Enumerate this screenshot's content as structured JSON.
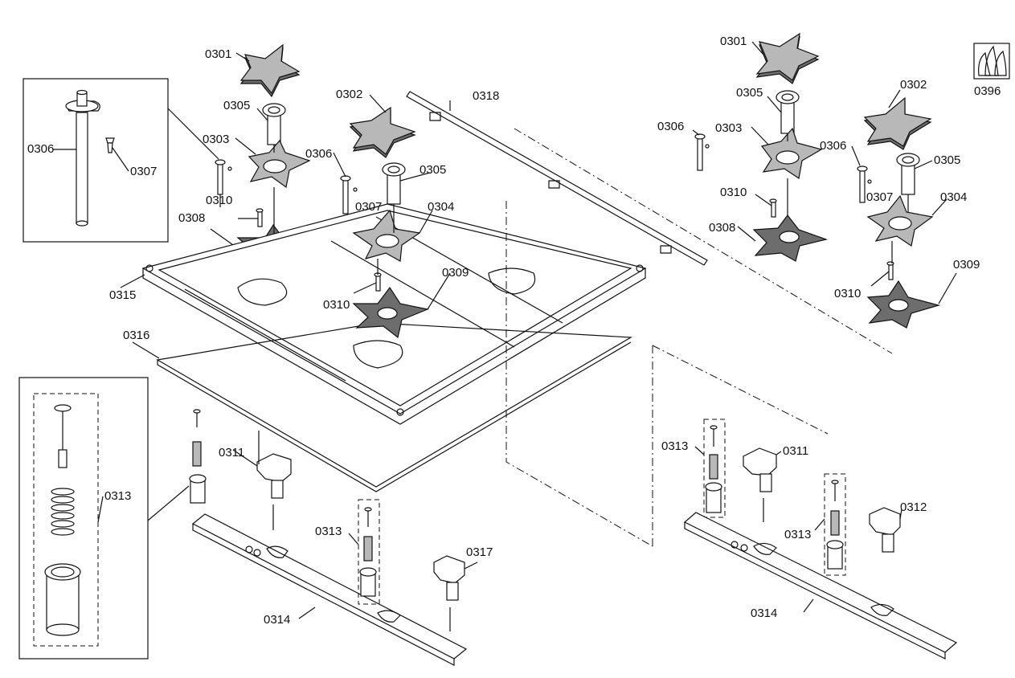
{
  "labels": {
    "L0301a": "0301",
    "L0305a": "0305",
    "L0303a": "0303",
    "L0306inset": "0306",
    "L0307inset": "0307",
    "L0310a": "0310",
    "L0308a": "0308",
    "L0315": "0315",
    "L0302a": "0302",
    "L0318": "0318",
    "L0306b": "0306",
    "L0305b": "0305",
    "L0307b": "0307",
    "L0304a": "0304",
    "L0309a": "0309",
    "L0310b": "0310",
    "L0316": "0316",
    "L0313inset": "0313",
    "L0311a": "0311",
    "L0313a": "0313",
    "L0317": "0317",
    "L0314a": "0314",
    "L0301b": "0301",
    "L0305c": "0305",
    "L0306c": "0306",
    "L0303b": "0303",
    "L0302b": "0302",
    "L0306d": "0306",
    "L0305d": "0305",
    "L0307c": "0307",
    "L0310c": "0310",
    "L0304b": "0304",
    "L0308b": "0308",
    "L0310d": "0310",
    "L0309b": "0309",
    "L0396": "0396",
    "L0313b": "0313",
    "L0311b": "0311",
    "L0312": "0312",
    "L0313c": "0313",
    "L0314b": "0314"
  },
  "icons": [
    "gas-flame-icon"
  ]
}
